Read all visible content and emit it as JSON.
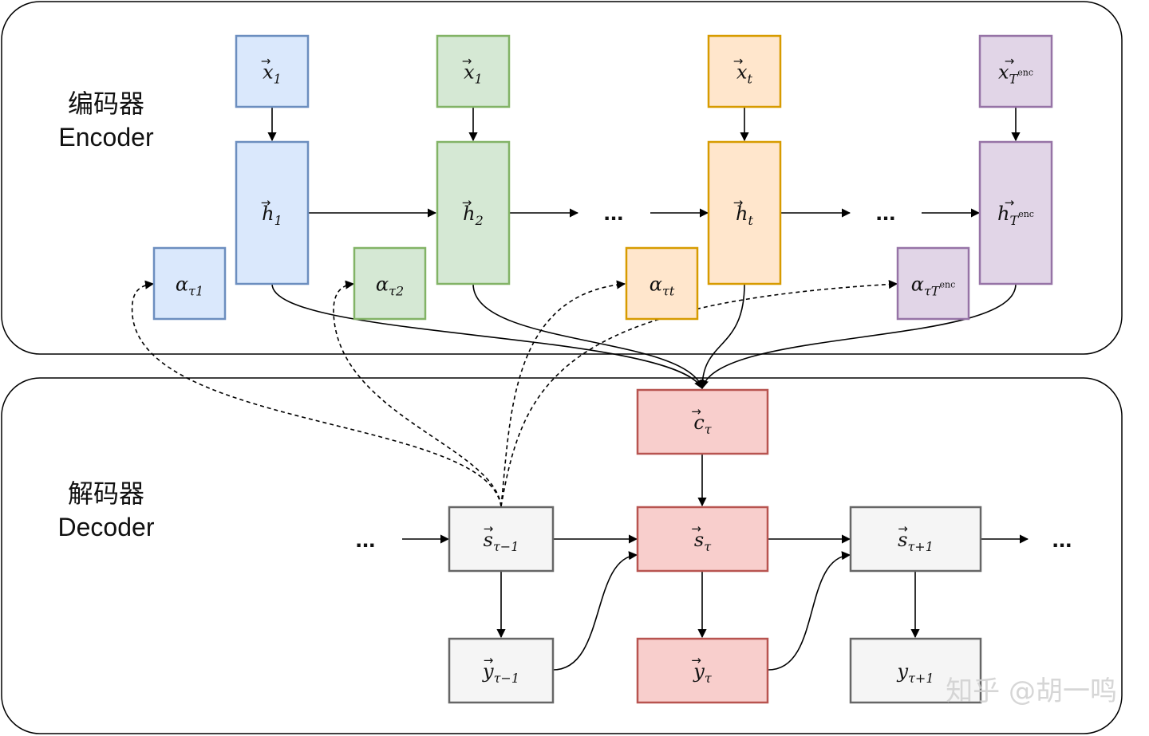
{
  "encoder": {
    "title_zh": "编码器",
    "title_en": "Encoder",
    "inputs": [
      {
        "base": "x",
        "sub": "1",
        "sup": "",
        "color": "blue"
      },
      {
        "base": "x",
        "sub": "1",
        "sup": "",
        "color": "green"
      },
      {
        "base": "x",
        "sub": "t",
        "sup": "",
        "color": "orange"
      },
      {
        "base": "x",
        "sub": "T",
        "sup": "enc",
        "color": "purple"
      }
    ],
    "hidden": [
      {
        "base": "h",
        "sub": "1",
        "sup": "",
        "color": "blue"
      },
      {
        "base": "h",
        "sub": "2",
        "sup": "",
        "color": "green"
      },
      {
        "base": "h",
        "sub": "t",
        "sup": "",
        "color": "orange"
      },
      {
        "base": "h",
        "sub": "T",
        "sup": "enc",
        "color": "purple"
      }
    ],
    "attention": [
      {
        "base": "α",
        "sub": "τ1",
        "sup": "",
        "color": "blue"
      },
      {
        "base": "α",
        "sub": "τ2",
        "sup": "",
        "color": "green"
      },
      {
        "base": "α",
        "sub": "τt",
        "sup": "",
        "color": "orange"
      },
      {
        "base": "α",
        "sub": "τT",
        "sup": "enc",
        "color": "purple"
      }
    ],
    "ellipsis": [
      "...",
      "..."
    ]
  },
  "decoder": {
    "title_zh": "解码器",
    "title_en": "Decoder",
    "context": {
      "base": "c",
      "sub": "τ"
    },
    "states": [
      {
        "base": "s",
        "sub": "τ−1",
        "color": "gray"
      },
      {
        "base": "s",
        "sub": "τ",
        "color": "red"
      },
      {
        "base": "s",
        "sub": "τ+1",
        "color": "gray"
      }
    ],
    "outputs": [
      {
        "base": "y",
        "sub": "τ−1",
        "vec": true,
        "color": "gray"
      },
      {
        "base": "y",
        "sub": "τ",
        "vec": true,
        "color": "red"
      },
      {
        "base": "y",
        "sub": "τ+1",
        "vec": false,
        "color": "gray"
      }
    ],
    "ellipsis": [
      "...",
      "..."
    ]
  },
  "watermark": "知乎 @胡一鸣",
  "colors": {
    "blue": {
      "fill": "#dae8fc",
      "stroke": "#6c8ebf"
    },
    "green": {
      "fill": "#d5e8d4",
      "stroke": "#82b366"
    },
    "orange": {
      "fill": "#ffe6cc",
      "stroke": "#d79b00"
    },
    "purple": {
      "fill": "#e1d5e7",
      "stroke": "#9673a6"
    },
    "red": {
      "fill": "#f8cecc",
      "stroke": "#b85450"
    },
    "gray": {
      "fill": "#f5f5f5",
      "stroke": "#666666"
    }
  }
}
